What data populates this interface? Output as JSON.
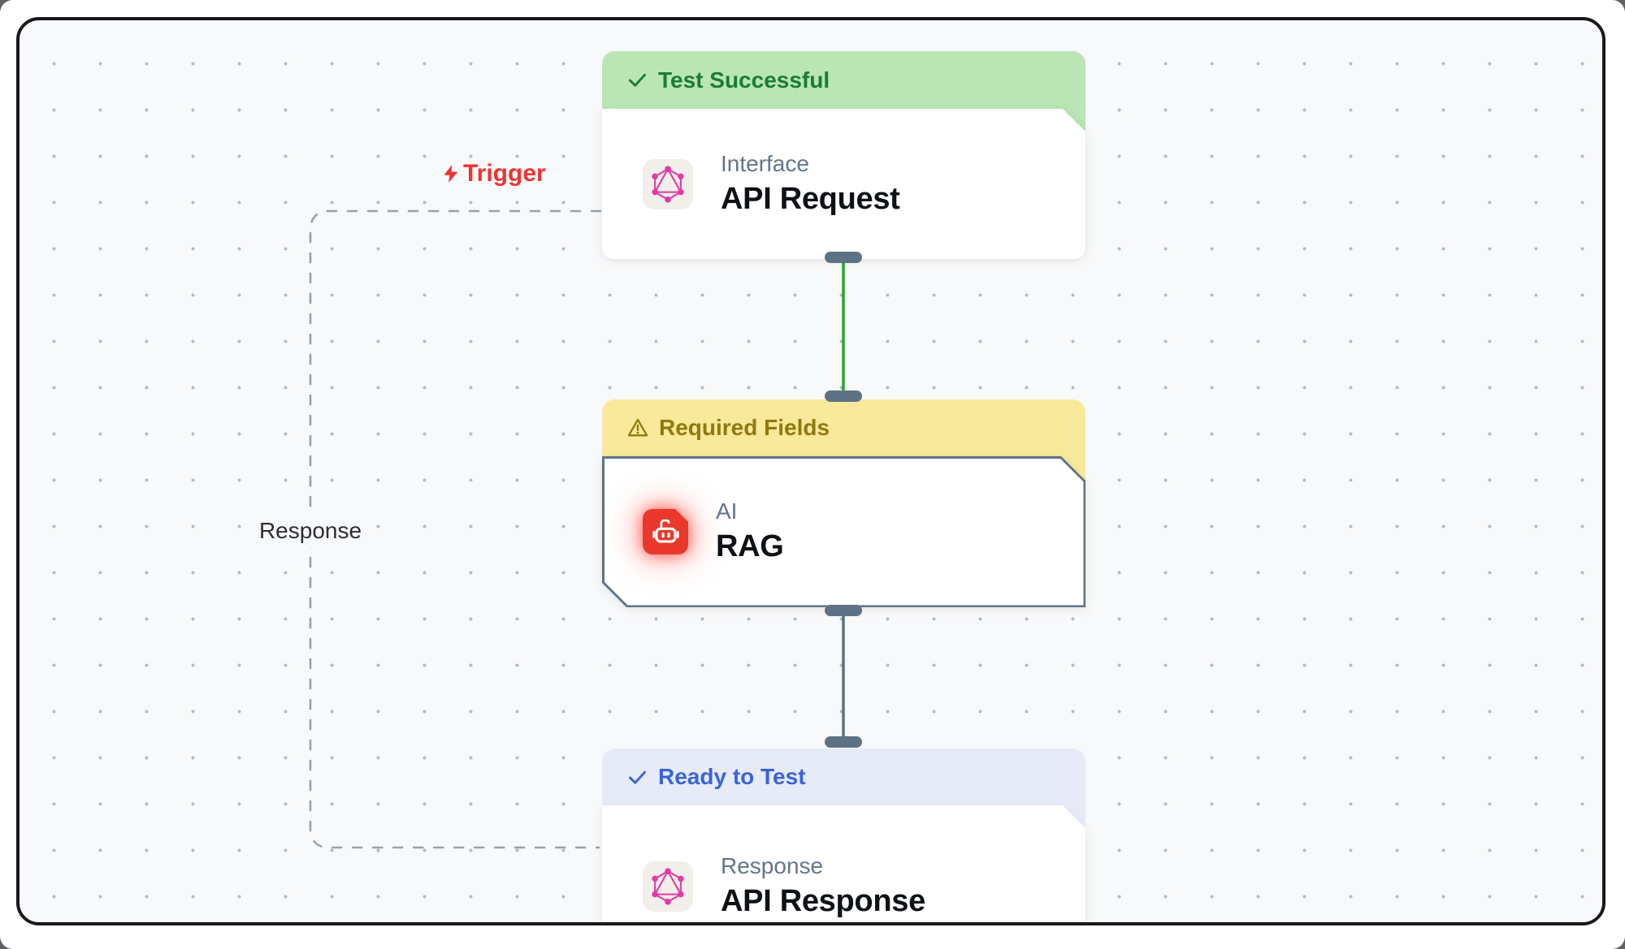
{
  "canvas": {
    "background": "#f8f9fa",
    "frame_border_color": "#17191d",
    "dot_color": "#b3b9c0"
  },
  "annotations": {
    "trigger": {
      "label": "Trigger",
      "icon": "lightning-icon",
      "color": "#ef3333"
    },
    "response": {
      "label": "Response",
      "color": "#2b2d31"
    }
  },
  "nodes": [
    {
      "status": "Test Successful",
      "status_icon": "check-icon",
      "status_bg": "#b9e6b4",
      "status_color": "#1a7d33",
      "category": "Interface",
      "title": "API Request",
      "icon": "graphql-icon"
    },
    {
      "status": "Required Fields",
      "status_icon": "warning-icon",
      "status_bg": "#f9e99a",
      "status_color": "#8f7a10",
      "category": "AI",
      "title": "RAG",
      "icon": "robot-icon",
      "selected": true
    },
    {
      "status": "Ready to Test",
      "status_icon": "check-icon",
      "status_bg": "#e7ebf8",
      "status_color": "#3b63d8",
      "category": "Response",
      "title": "API Response",
      "icon": "graphql-icon"
    }
  ],
  "edges": {
    "trigger_edge": {
      "style": "dashed",
      "color": "#9aa1a8",
      "from": "Trigger",
      "to": "API Request"
    },
    "success_edge": {
      "style": "solid",
      "color": "#2aa42e",
      "from": "API Request",
      "to": "RAG"
    },
    "pending_edge": {
      "style": "solid",
      "color": "#5d7285",
      "from": "RAG",
      "to": "API Response"
    },
    "handle_color": "#5d7285",
    "graphql_pink": "#e23ba9",
    "robot_red": "#ea392c",
    "icon_bg_beige": "#f2eee9"
  }
}
